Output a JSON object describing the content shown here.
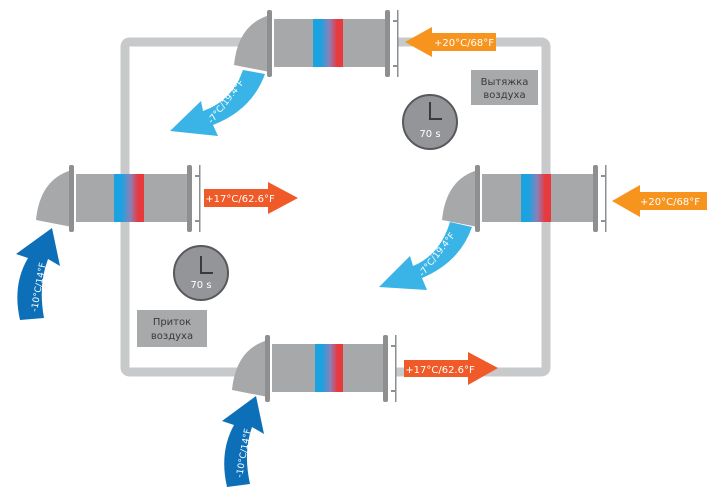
{
  "diagram": {
    "title": "",
    "colors": {
      "duct": "#c8c9cb",
      "unit": "#a7a8aa",
      "unit_dark": "#8e8f91",
      "label_box": "#a8a9ab",
      "clock_fill": "#939598",
      "clock_stroke": "#58595b",
      "warm_orange": "#f7941d",
      "supply_red": "#ef5a28",
      "cold_blue": "#0d6fb8",
      "exhaust_cyan": "#3ab4e6",
      "filter_blue": "#1aa3e0",
      "filter_red": "#e63a3f"
    },
    "units": [
      {
        "id": "top",
        "name": "Ventilator top"
      },
      {
        "id": "left",
        "name": "Ventilator left"
      },
      {
        "id": "right",
        "name": "Ventilator right"
      },
      {
        "id": "bottom",
        "name": "Ventilator bottom"
      }
    ],
    "arrows": {
      "top_in": "+20°C/68°F",
      "top_out": "-7°C/19.4°F",
      "left_in": "-10°C/14°F",
      "left_out": "+17°C/62.6°F",
      "right_in": "+20°C/68°F",
      "right_out": "-7°C/19.4°F",
      "bottom_in": "-10°C/14°F",
      "bottom_out": "+17°C/62.6°F"
    },
    "labels": {
      "exhaust": [
        "Вытяжка",
        "воздуха"
      ],
      "supply": [
        "Приток",
        "воздуха"
      ]
    },
    "timers": {
      "top": "70 s",
      "bottom": "70 s"
    }
  }
}
